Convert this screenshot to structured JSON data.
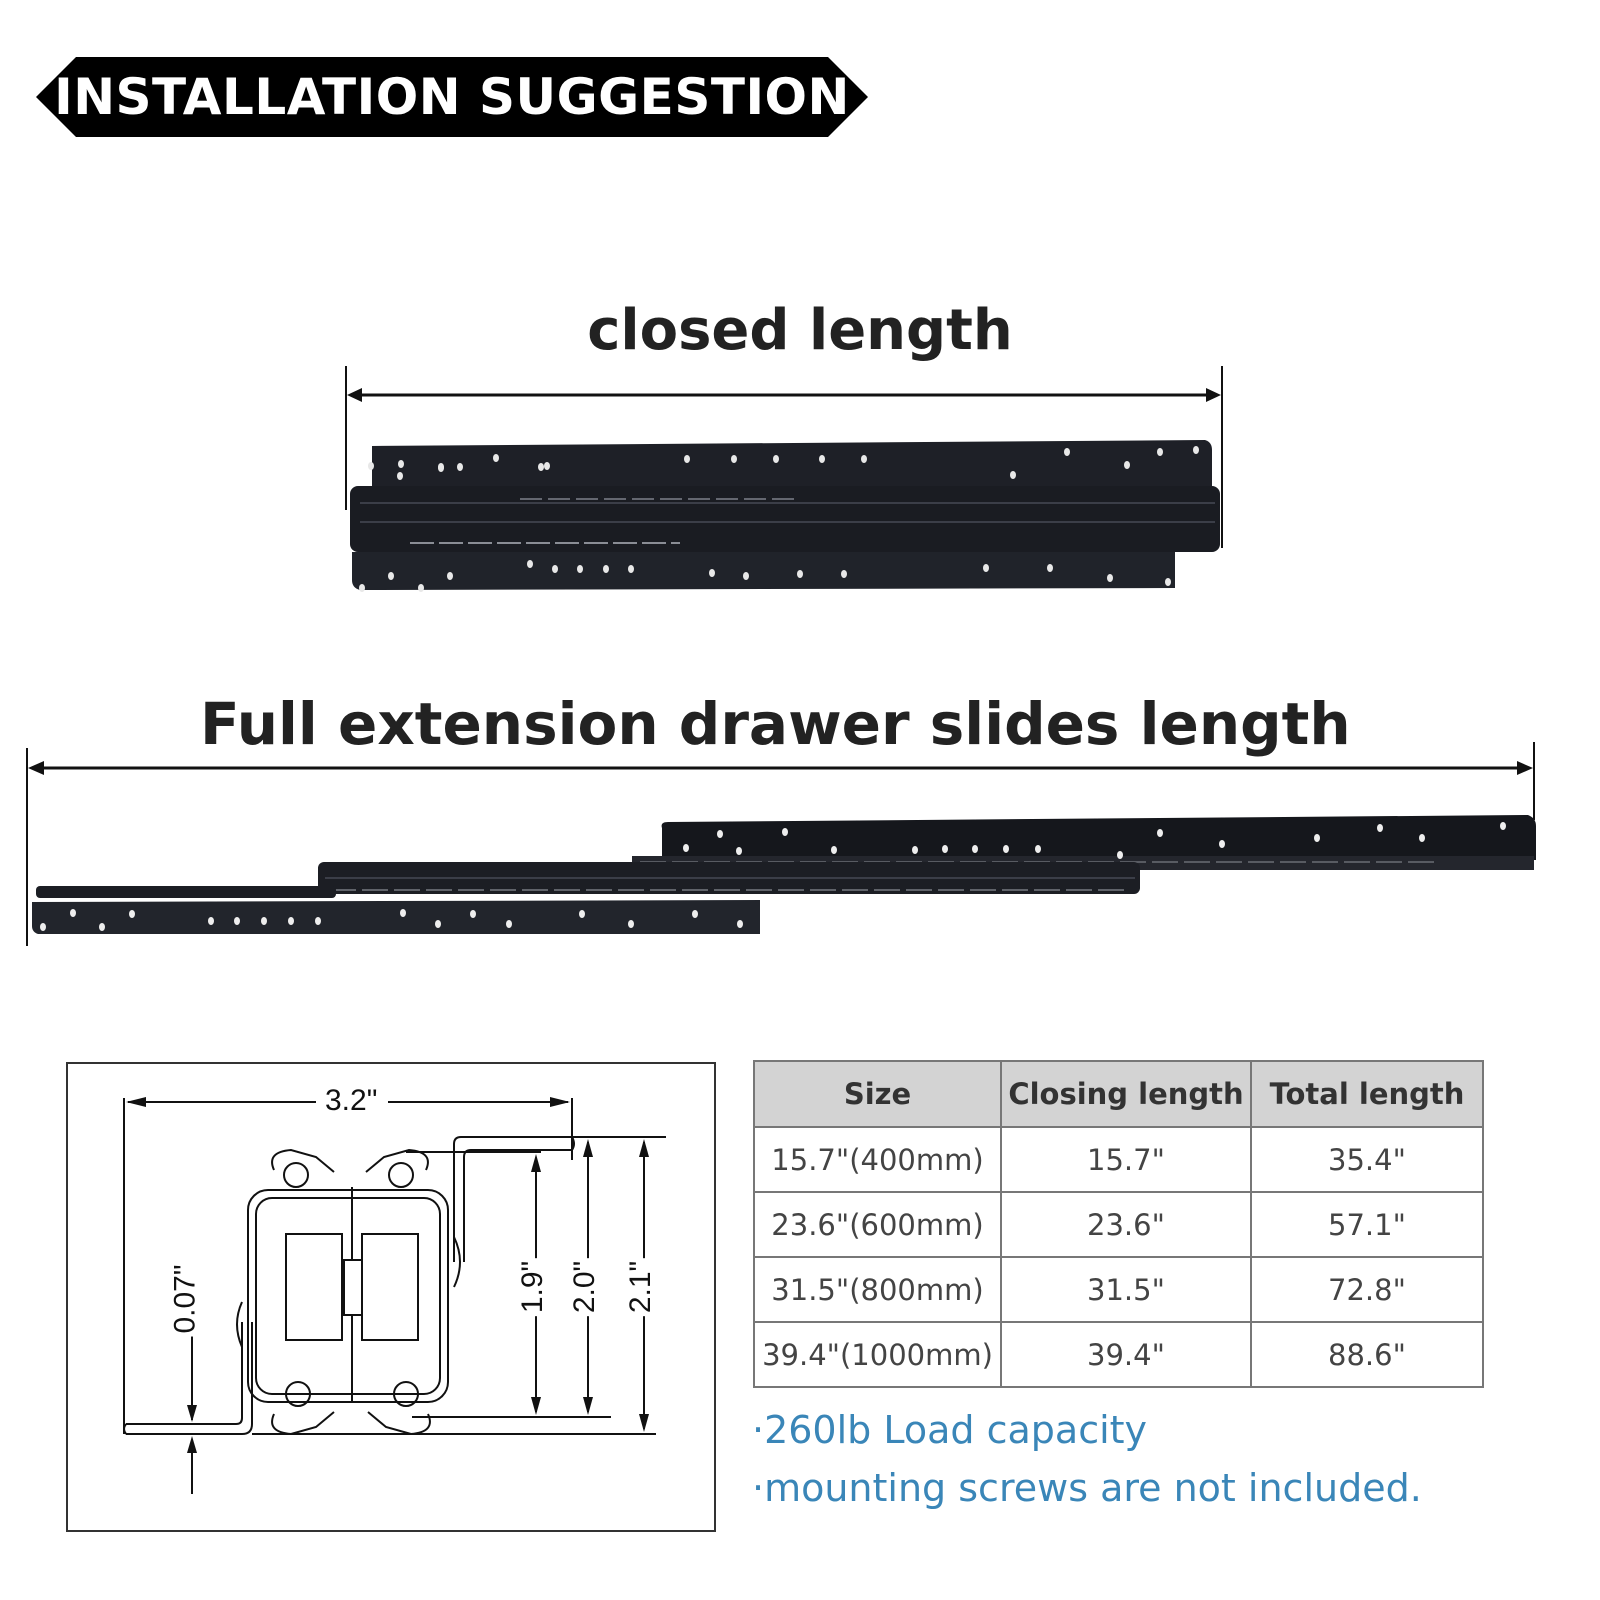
{
  "banner": {
    "title": "INSTALLATION SUGGESTION",
    "background": "#000000",
    "text_color": "#ffffff"
  },
  "closed_section": {
    "title": "closed length",
    "image": "drawer-slide-closed-photo"
  },
  "extended_section": {
    "title": "Full extension drawer slides length",
    "image": "drawer-slide-extended-photo"
  },
  "cross_section": {
    "width_label": "3.2\"",
    "thickness_label": "0.07\"",
    "height_labels": [
      "1.9\"",
      "2.0\"",
      "2.1\""
    ]
  },
  "spec_table": {
    "headers": [
      "Size",
      "Closing length",
      "Total length"
    ],
    "rows": [
      [
        "15.7\"(400mm)",
        "15.7\"",
        "35.4\""
      ],
      [
        "23.6\"(600mm)",
        "23.6\"",
        "57.1\""
      ],
      [
        "31.5\"(800mm)",
        "31.5\"",
        "72.8\""
      ],
      [
        "39.4\"(1000mm)",
        "39.4\"",
        "88.6\""
      ]
    ]
  },
  "notes": [
    "·260lb Load capacity",
    "·mounting screws are not included."
  ],
  "colors": {
    "note_blue": "#3a86b8",
    "header_gray": "#d3d3d3",
    "rail_black": "#1e2027"
  }
}
